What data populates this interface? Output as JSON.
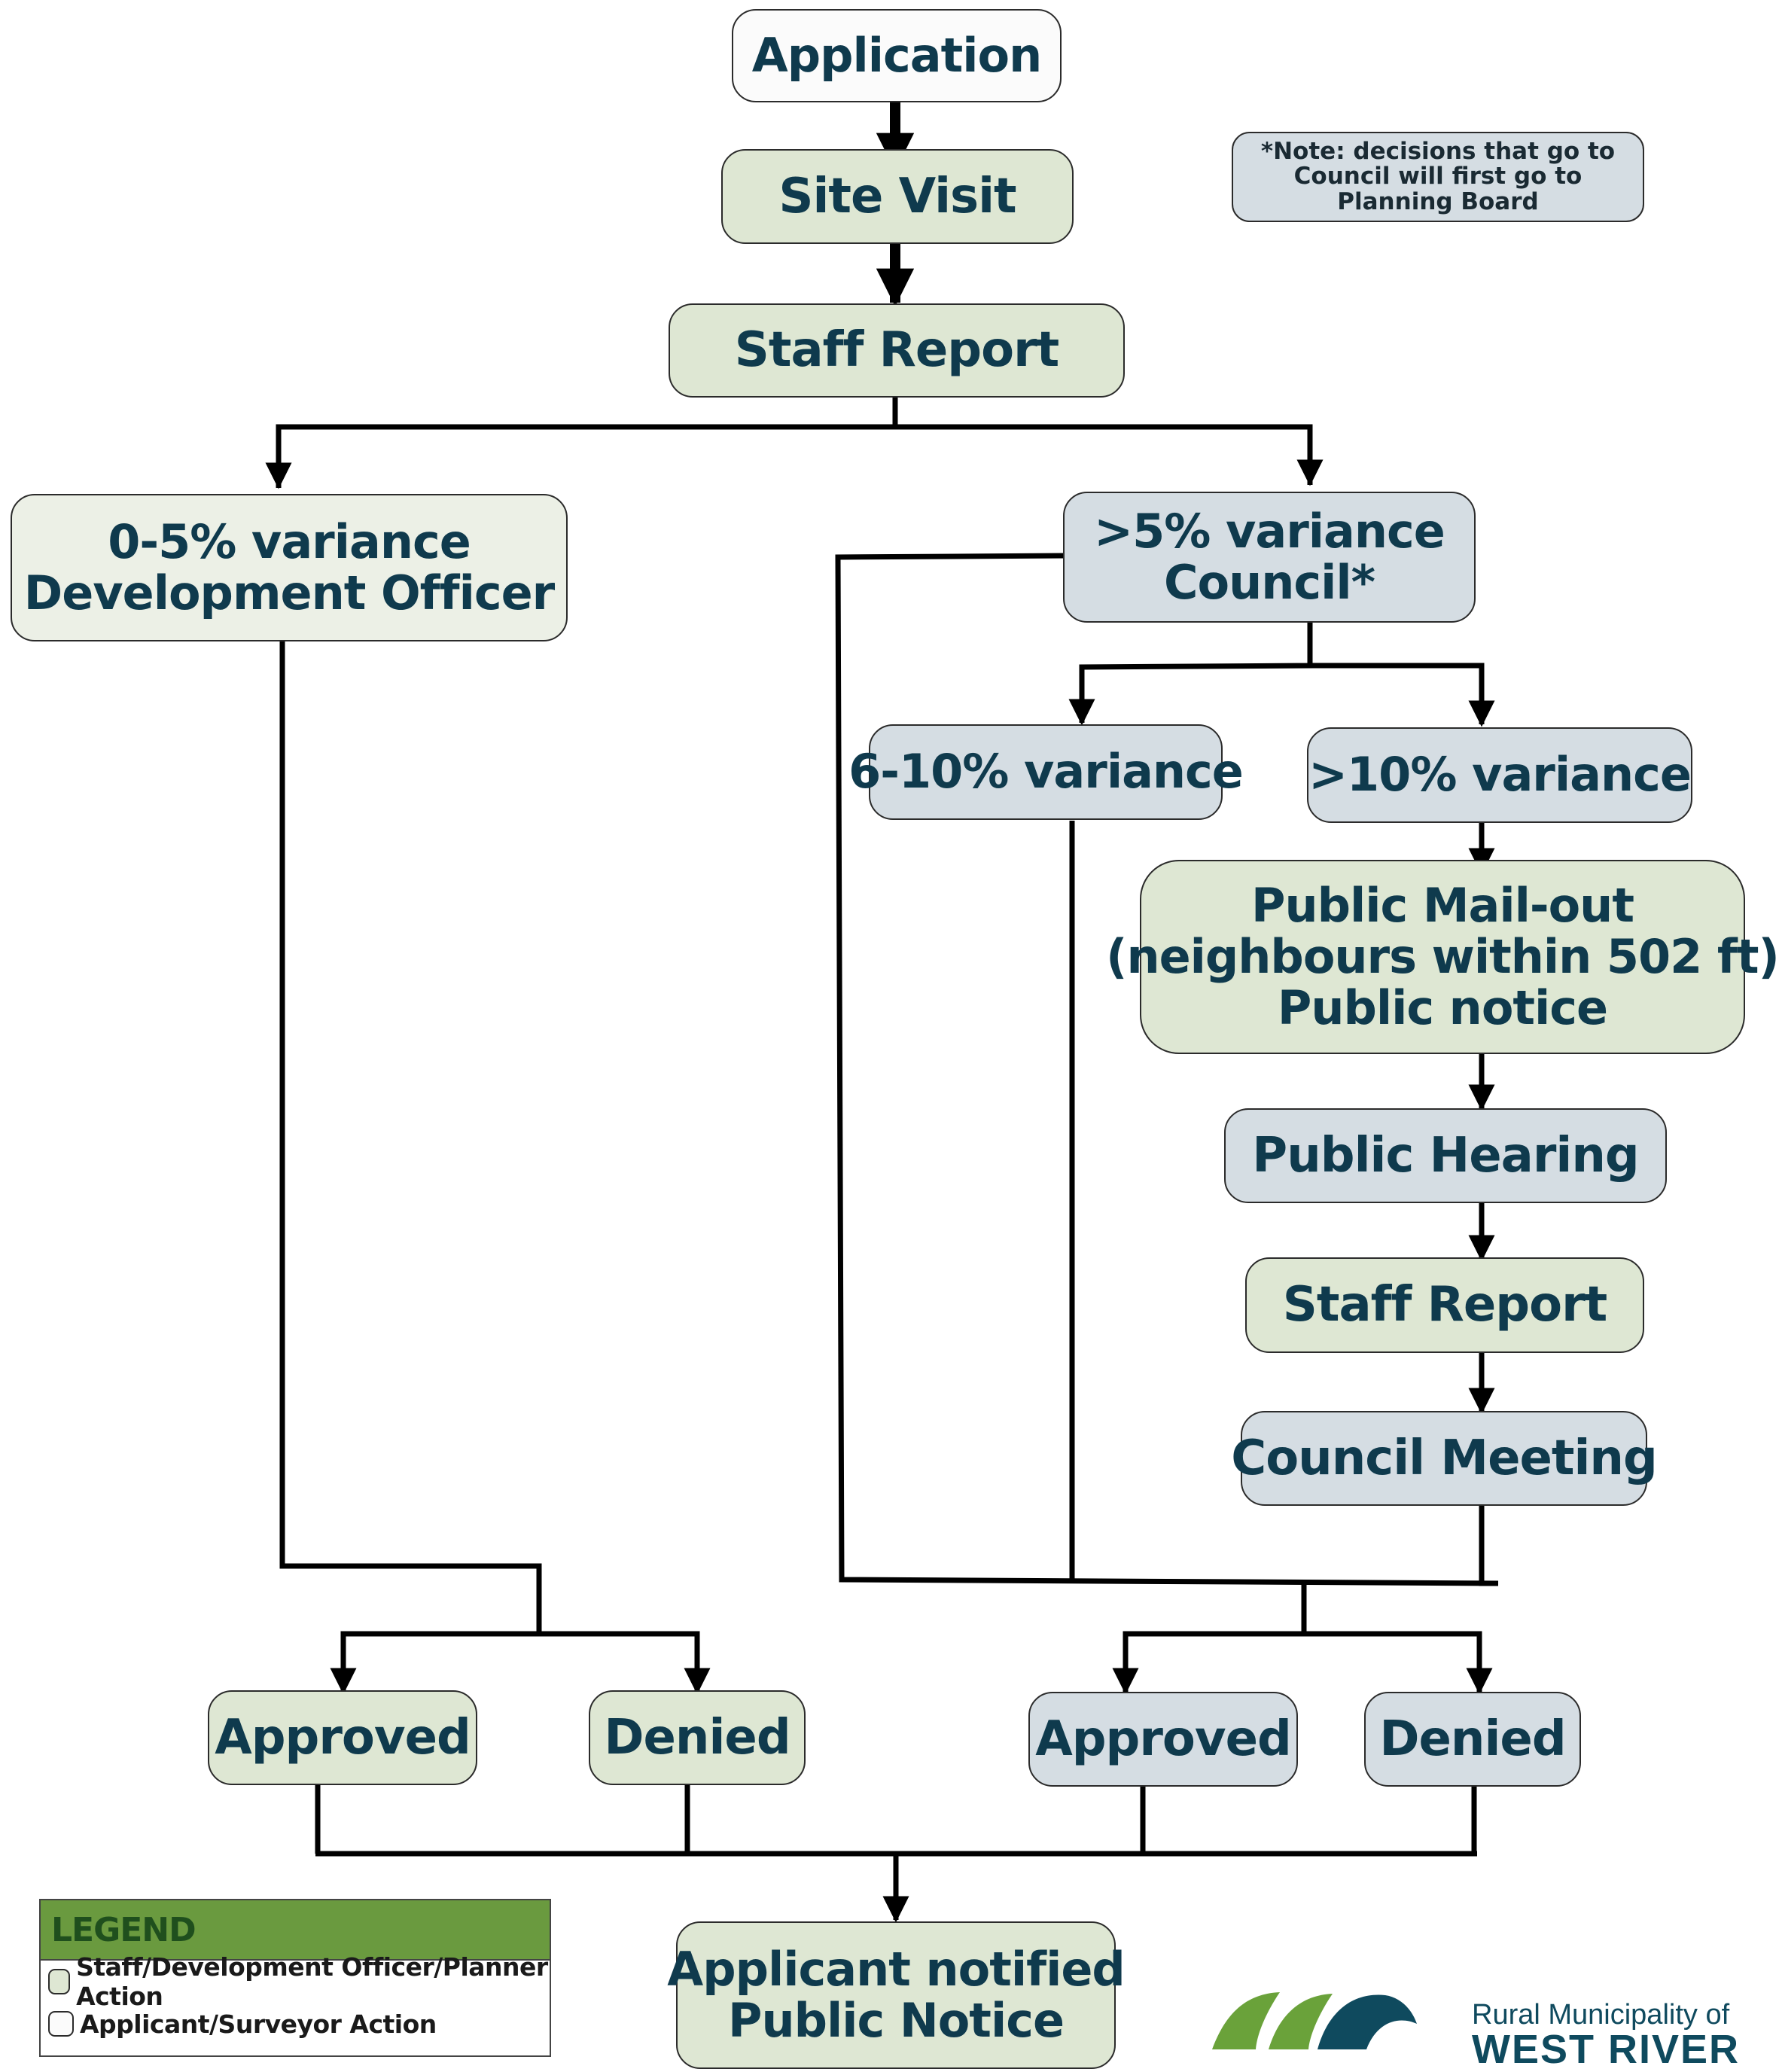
{
  "nodes": {
    "application": "Application",
    "site_visit": "Site Visit",
    "staff_report_1": "Staff Report",
    "dev_officer": [
      "0-5% variance",
      "Development Officer"
    ],
    "council": [
      ">5% variance",
      "Council*"
    ],
    "variance_6_10": "6-10% variance",
    "variance_gt10": ">10% variance",
    "mailout": [
      "Public Mail-out",
      "(neighbours within 502 ft)",
      "Public notice"
    ],
    "public_hearing": "Public Hearing",
    "staff_report_2": "Staff Report",
    "council_meeting": "Council Meeting",
    "approved_left": "Approved",
    "denied_left": "Denied",
    "approved_right": "Approved",
    "denied_right": "Denied",
    "applicant_notified": [
      "Applicant notified",
      "Public Notice"
    ]
  },
  "note": [
    "*Note: decisions that go to Council",
    "will first go to Planning Board"
  ],
  "legend": {
    "title": "LEGEND",
    "items": [
      "Staff/Development Officer/Planner Action",
      "Applicant/Surveyor Action"
    ]
  },
  "colors": {
    "staff": "#dee7d3",
    "council": "#d5dde3",
    "applicant": "#fbfbfb",
    "text": "#0f3a4d",
    "legend_header": "#6a9a3f"
  },
  "logo": {
    "line1": "Rural Municipality of",
    "line2": "WEST RIVER"
  }
}
